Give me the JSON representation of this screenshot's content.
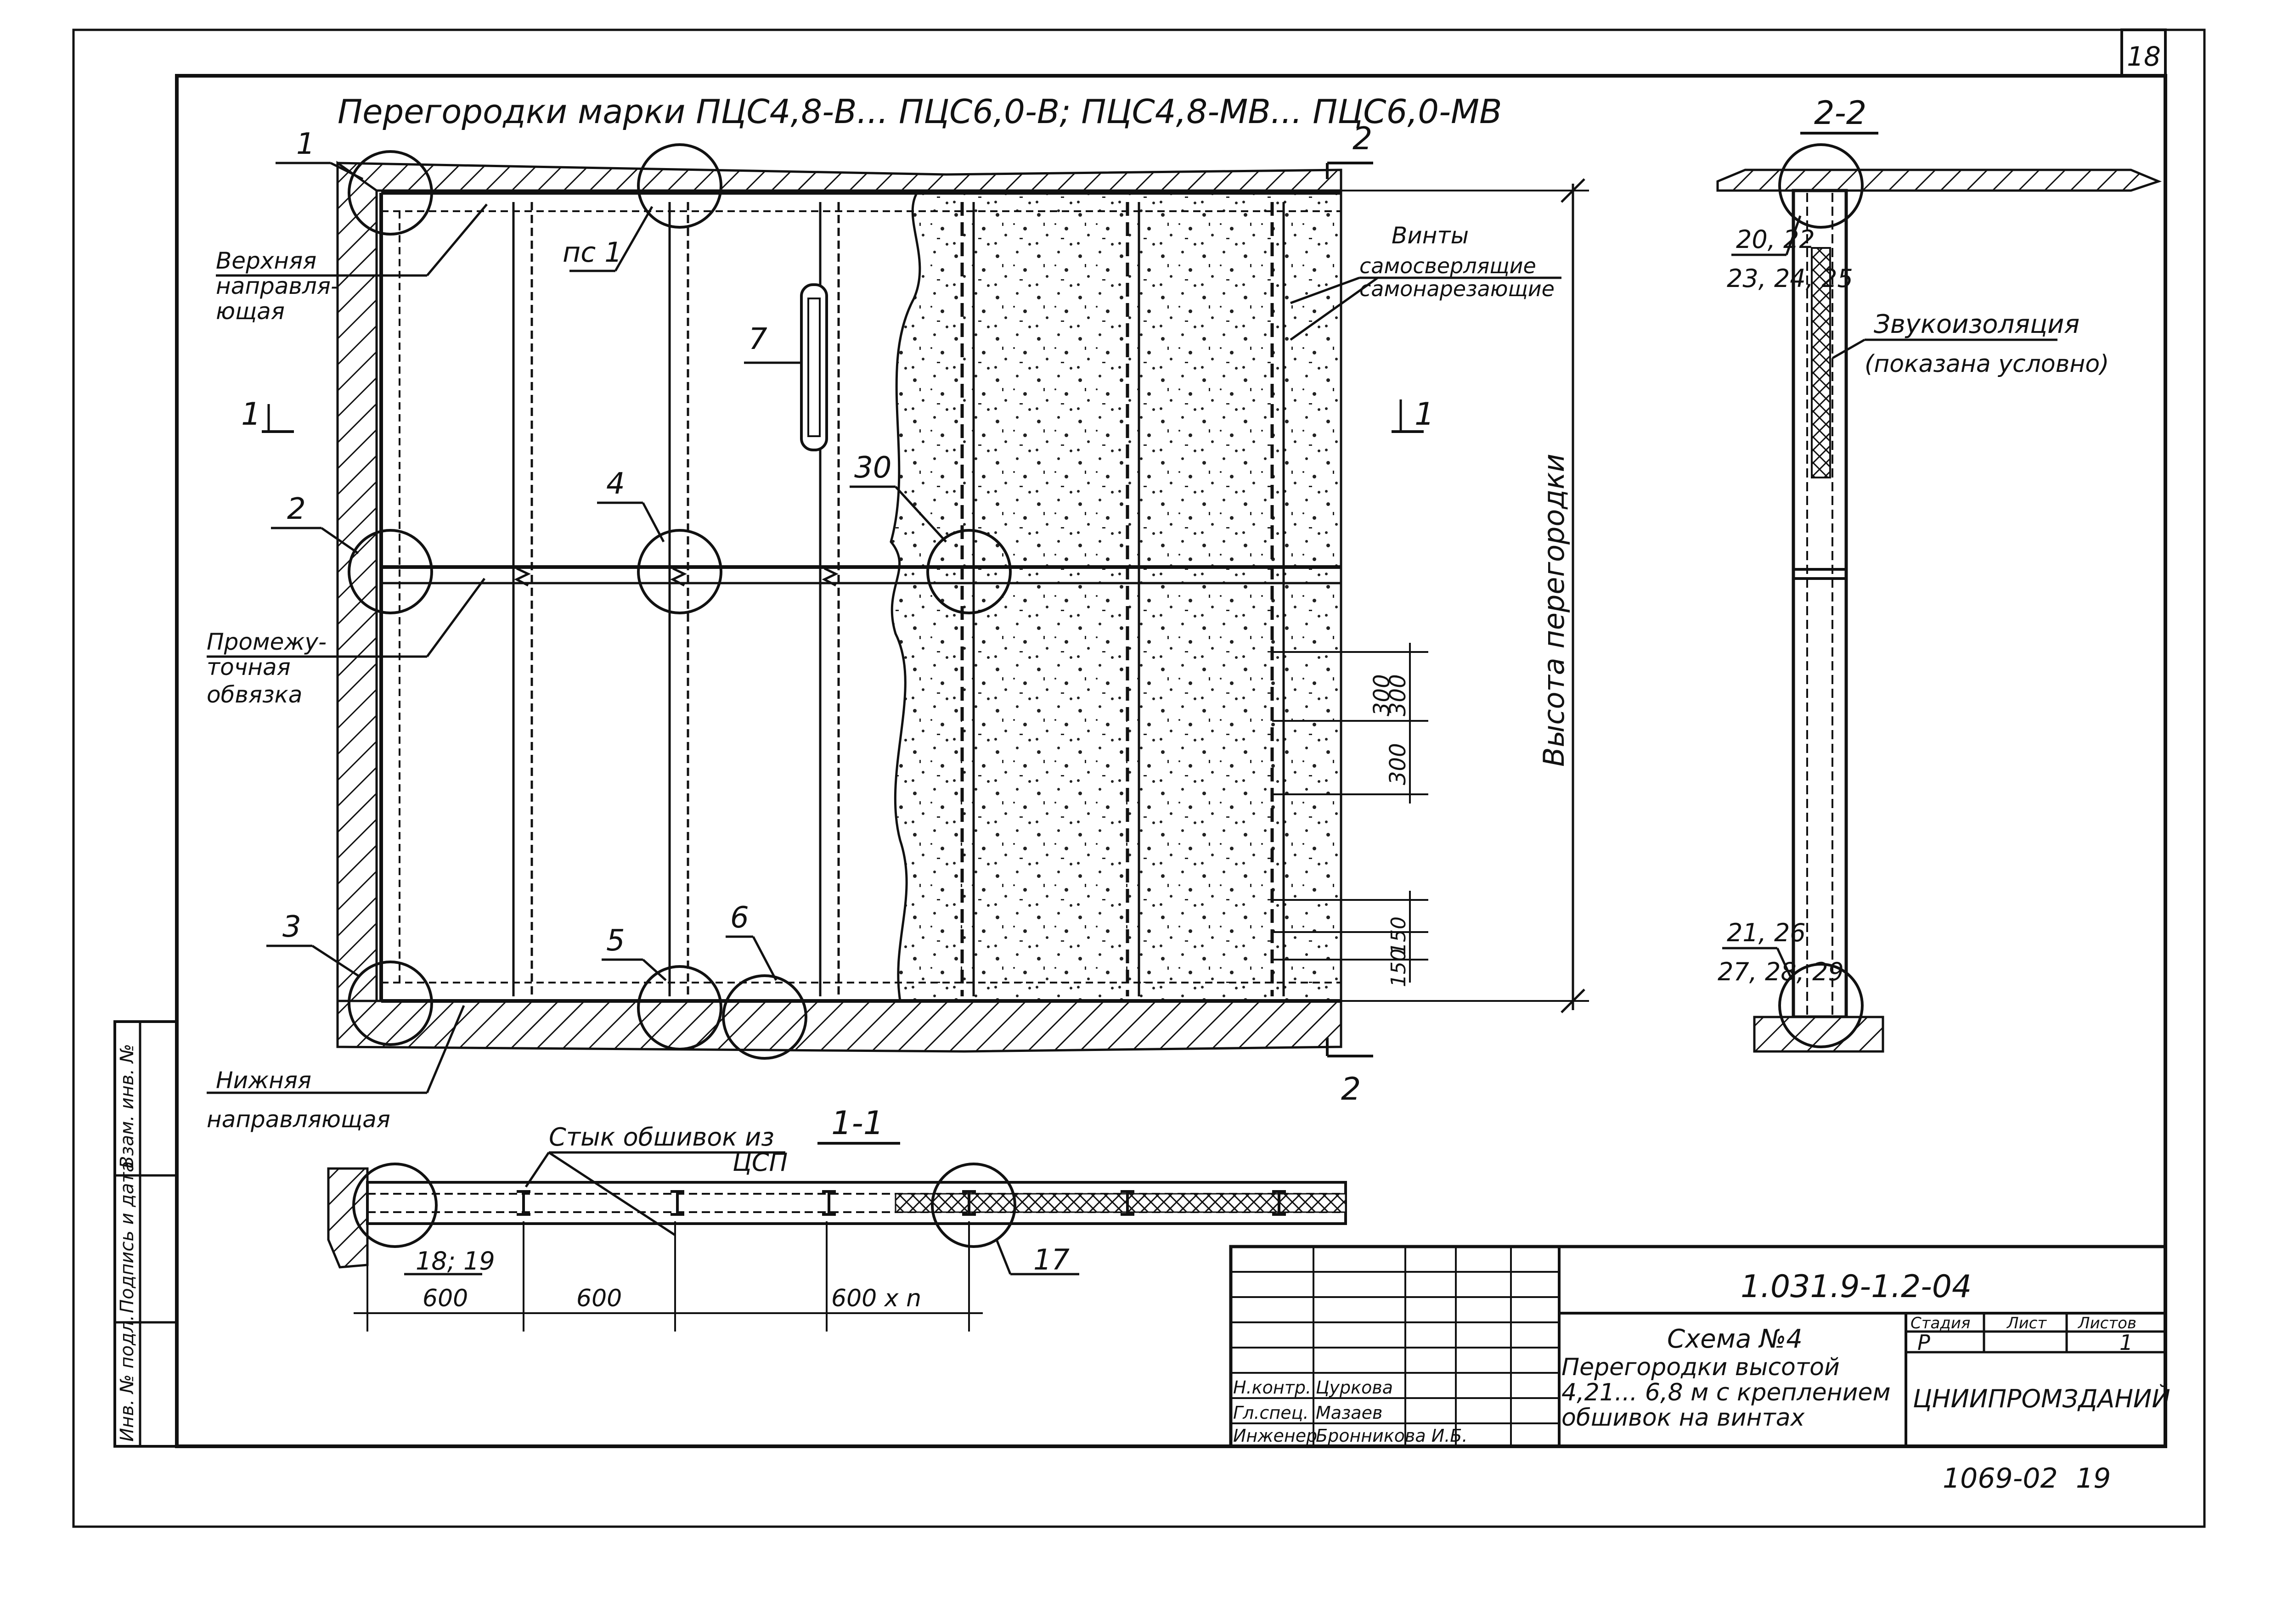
{
  "sheet_number": "18",
  "main_title": "Перегородки марки ПЦС4,8-В... ПЦС6,0-В; ПЦС4,8-МВ... ПЦС6,0-МВ",
  "callouts": {
    "n1": "1",
    "n2": "2",
    "n3": "3",
    "n4": "4",
    "n5": "5",
    "n6": "6",
    "n7": "7",
    "n17": "17",
    "n18_19": "18; 19",
    "n30": "30",
    "ps1": "пс 1",
    "n20_22": "20, 22",
    "n23_25": "23, 24, 25",
    "n21_26": "21, 26",
    "n27_29": "27, 28, 29"
  },
  "section_marks": {
    "s2_top": "2",
    "s2_bottom": "2",
    "s1_left": "1",
    "s1_right": "1",
    "section_1_1": "1-1",
    "section_2_2": "2-2"
  },
  "labels": {
    "top_guide": [
      "Верхняя",
      "направля-",
      "ющая"
    ],
    "mid_tie": [
      "Промежу-",
      "точная",
      "обвязка"
    ],
    "bottom_guide": [
      "Нижняя",
      "направляющая"
    ],
    "screws": [
      "Винты",
      "самосверлящие",
      "самонарезающие"
    ],
    "height": "Высота перегородки",
    "insulation": [
      "Звукоизоляция",
      "(показана условно)"
    ],
    "joint": [
      "Стык обшивок из",
      "ЦСП"
    ]
  },
  "dimensions": {
    "v300a": "300",
    "v300b": "300",
    "v300c": "300",
    "v150a": "150",
    "v150b": "150",
    "h600a": "600",
    "h600b": "600",
    "h600n": "600 x n"
  },
  "side_stamp": [
    "Инв. № подл.",
    "Подпись и дата",
    "Взам. инв. №"
  ],
  "title_block": {
    "code": "1.031.9-1.2-04",
    "scheme_title": "Схема №4",
    "description": [
      "Перегородки высотой",
      "4,21... 6,8 м с креплением",
      "обшивок на винтах"
    ],
    "stage_header": "Стадия",
    "sheet_header": "Лист",
    "sheets_header": "Листов",
    "stage": "Р",
    "sheets_total": "1",
    "organization": "ЦНИИПРОМЗДАНИЙ",
    "signatures": [
      {
        "role": "Н.контр.",
        "name": "Цуркова"
      },
      {
        "role": "Гл.спец.",
        "name": "Мазаев"
      },
      {
        "role": "Инженер",
        "name": "Бронникова И.Б."
      }
    ]
  },
  "footer_number": "1069-02",
  "footer_page": "19"
}
